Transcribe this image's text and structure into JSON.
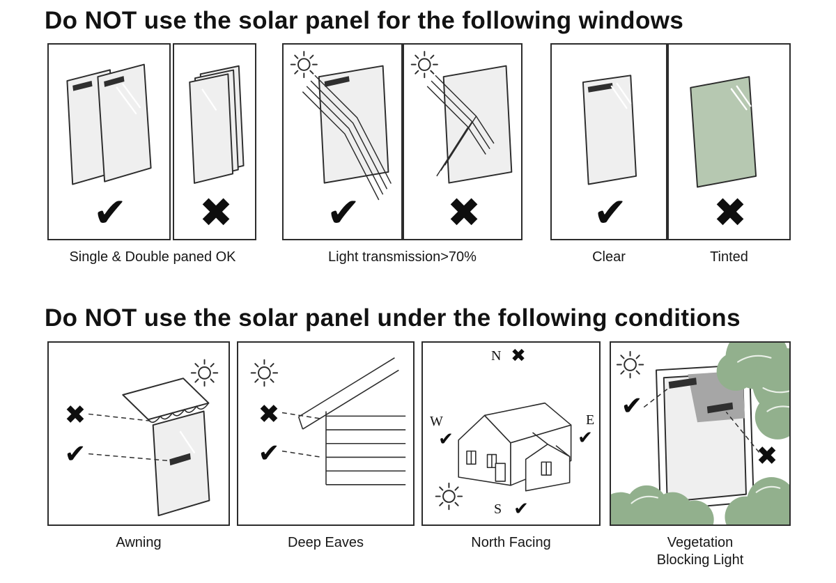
{
  "colors": {
    "pane": "#efefef",
    "tinted": "#b6c8b1",
    "vegetation": "#92b08d",
    "shadow": "#a6a6a6",
    "bar": "#2f2f2f",
    "ink": "#141414"
  },
  "marks": {
    "check": "✔",
    "cross": "✖"
  },
  "section1": {
    "title": "Do NOT use the solar panel for the following windows",
    "captions": [
      {
        "text": "Single & Double paned OK"
      },
      {
        "text": "Light transmission>70%"
      },
      {
        "text": "Clear"
      },
      {
        "text": "Tinted"
      }
    ]
  },
  "section2": {
    "title": "Do NOT use the solar panel under the following conditions",
    "captions": [
      {
        "text": "Awning"
      },
      {
        "text": "Deep Eaves"
      },
      {
        "text": "North Facing"
      },
      {
        "text": "Vegetation Blocking Light"
      }
    ]
  },
  "compass": {
    "north": "N",
    "east": "E",
    "south": "S",
    "west": "W"
  }
}
